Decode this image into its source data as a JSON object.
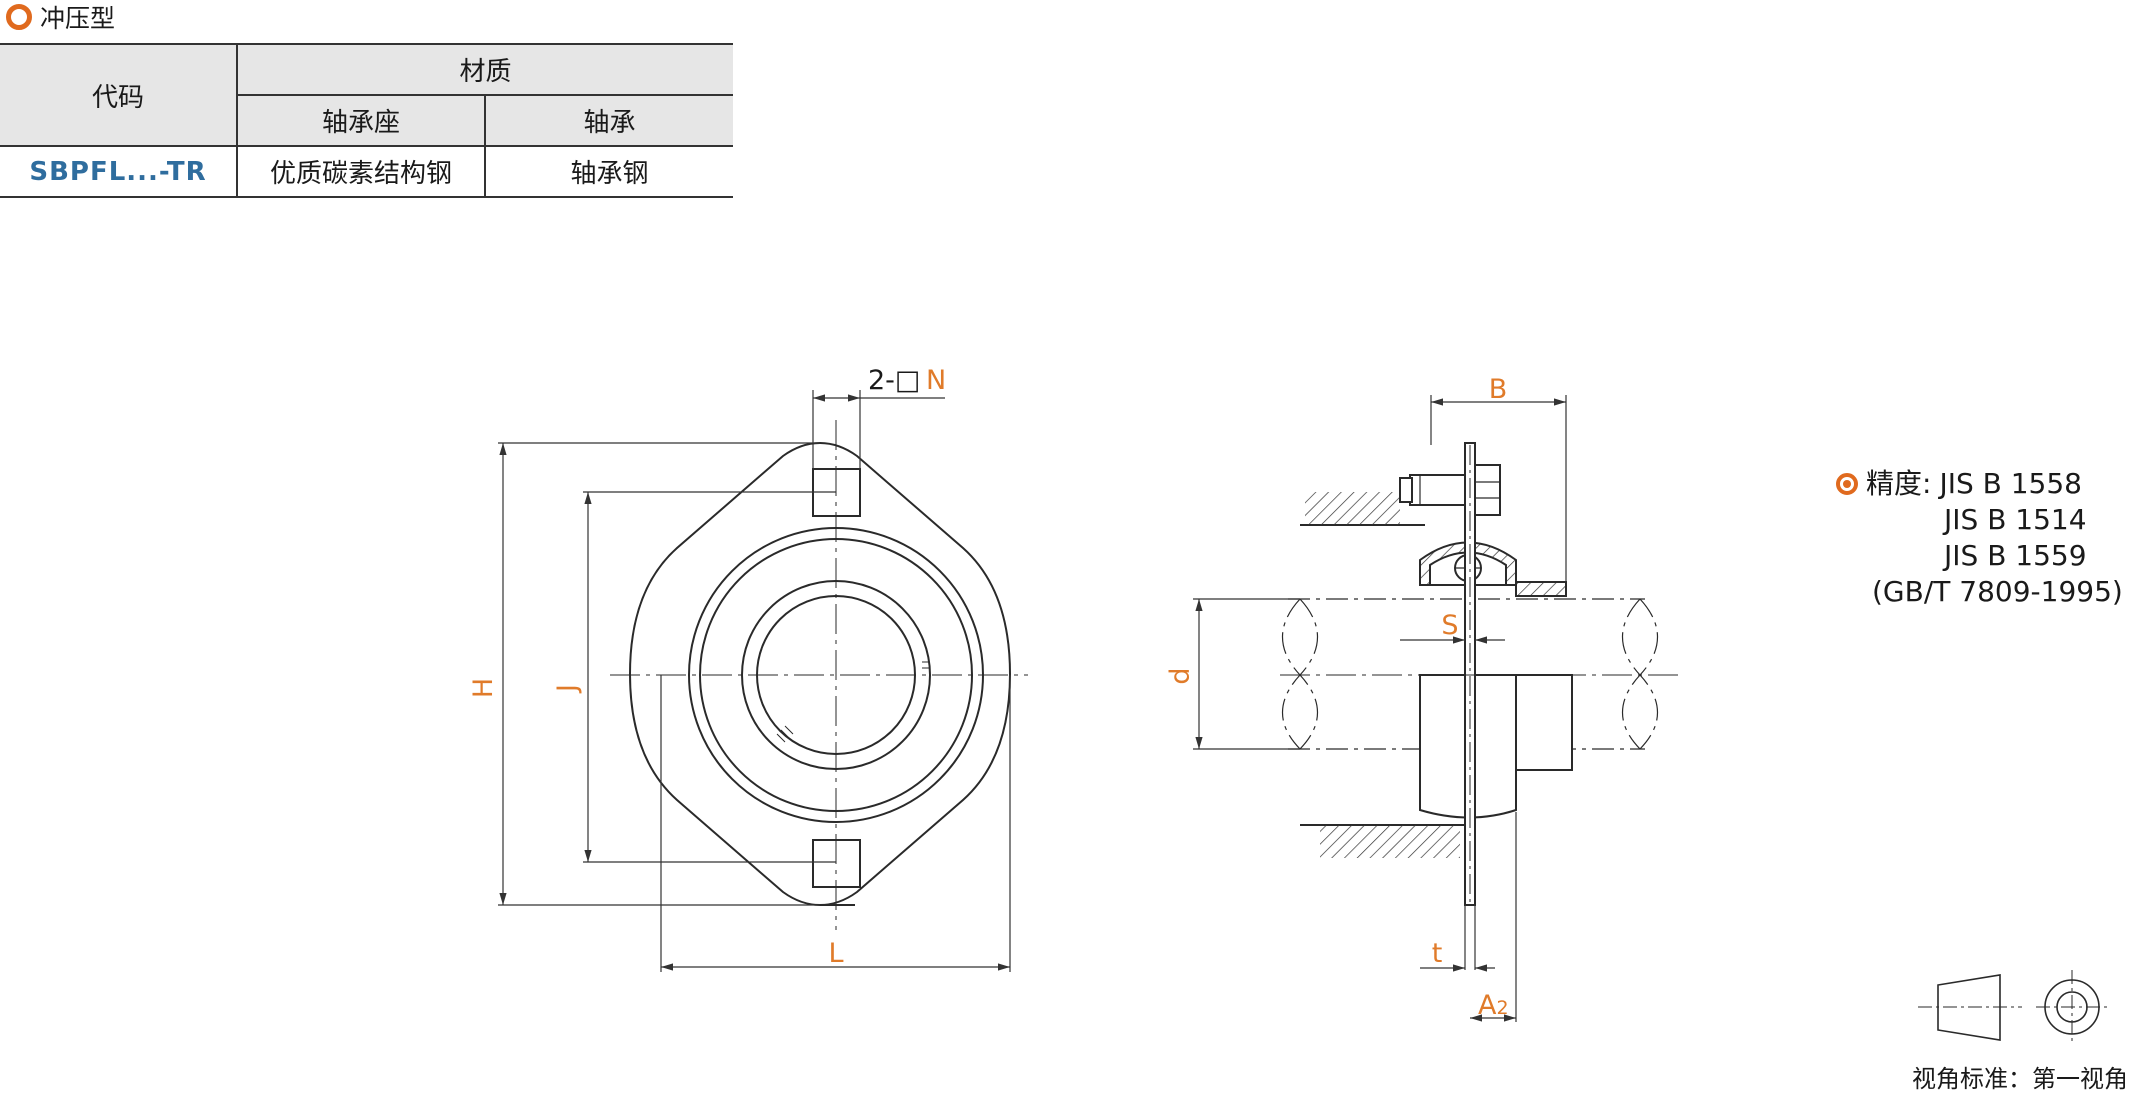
{
  "section": {
    "title": "冲压型",
    "icon": "ring-icon"
  },
  "table": {
    "code_header": "代码",
    "material_header": "材质",
    "housing_header": "轴承座",
    "bearing_header": "轴承",
    "row": {
      "code": "SBPFL...-TR",
      "housing": "优质碳素结构钢",
      "bearing": "轴承钢"
    }
  },
  "dimensions": {
    "hole": "2-□",
    "N": "N",
    "H": "H",
    "J": "J",
    "L": "L",
    "B": "B",
    "S": "S",
    "d": "d",
    "t": "t",
    "A2_base": "A",
    "A2_sub": "2"
  },
  "precision": {
    "label": "精度:",
    "standards": [
      "JIS B 1558",
      "JIS B 1514",
      "JIS B 1559",
      "(GB/T 7809-1995)"
    ]
  },
  "view_standard": "视角标准：第一视角",
  "colors": {
    "accent": "#e06a1e",
    "code_blue": "#2f6d9e",
    "dimension": "#e07b2a",
    "header_bg": "#e6e6e6"
  }
}
